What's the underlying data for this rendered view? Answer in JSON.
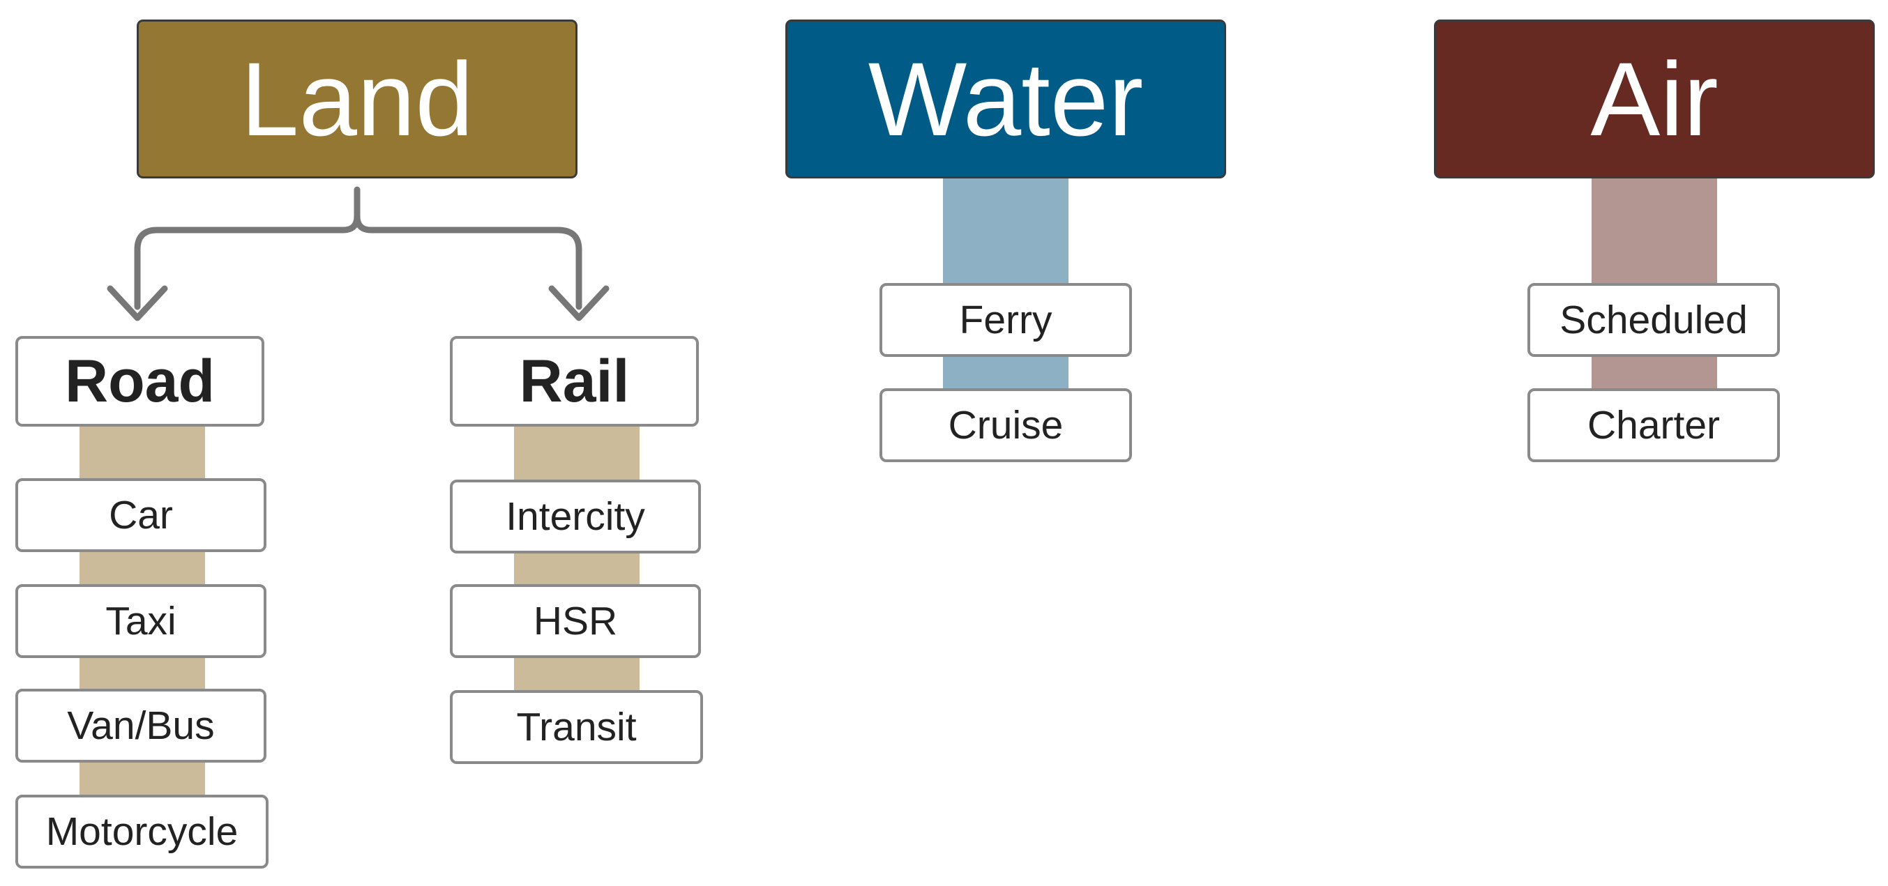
{
  "colors": {
    "land": "#947733",
    "water": "#005c87",
    "air": "#662a22",
    "land_stem": "#cbbb9b",
    "water_stem": "#8eb0c4",
    "air_stem": "#b39692",
    "arrow": "#777777"
  },
  "land": {
    "title": "Land",
    "road": {
      "title": "Road",
      "items": [
        "Car",
        "Taxi",
        "Van/Bus",
        "Motorcycle"
      ]
    },
    "rail": {
      "title": "Rail",
      "items": [
        "Intercity",
        "HSR",
        "Transit"
      ]
    }
  },
  "water": {
    "title": "Water",
    "items": [
      "Ferry",
      "Cruise"
    ]
  },
  "air": {
    "title": "Air",
    "items": [
      "Scheduled",
      "Charter"
    ]
  }
}
